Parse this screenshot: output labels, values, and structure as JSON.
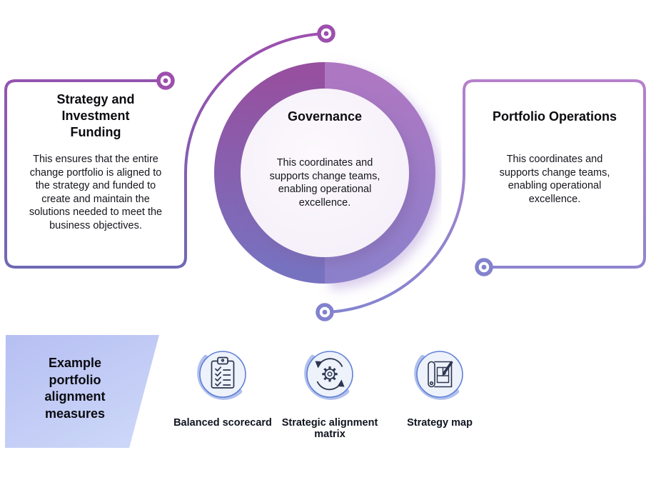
{
  "boxes": {
    "left": {
      "title": "Strategy and Investment Funding",
      "body": "This ensures that the entire change portfolio is aligned to the strategy and funded to create and maintain the solutions needed to meet the business objectives."
    },
    "center": {
      "title": "Governance",
      "body": "This coordinates and supports change teams, enabling operational excellence."
    },
    "right": {
      "title": "Portfolio Operations",
      "body": "This coordinates and supports change teams, enabling operational excellence."
    }
  },
  "banner": {
    "label": "Example portfolio alignment measures"
  },
  "measures": [
    {
      "label": "Balanced scorecard",
      "icon": "clipboard-checklist-icon"
    },
    {
      "label": "Strategic alignment matrix",
      "icon": "gear-sync-arrows-icon"
    },
    {
      "label": "Strategy map",
      "icon": "blueprint-pencil-icon"
    }
  ],
  "colors": {
    "accent_purple": "#9d4fae",
    "accent_slate": "#6f69b4",
    "accent_periwinkle": "#8282cf",
    "right_box_top": "#b680cb",
    "right_box_bottom": "#8585d0",
    "ring_left_top": "#96509f",
    "ring_left_bottom": "#7772c0",
    "ring_right_top": "#ae77c2",
    "ring_right_bottom": "#8d80cb",
    "ring_inner_fill": "#f8f2fa",
    "banner_fill_start": "#b6bff2",
    "banner_fill_end": "#cbd6f8",
    "icon_ring": "#5f80d7",
    "icon_crescent": "#b1c0ec",
    "icon_fill": "#eef2fb",
    "icon_glyph": "#2c3650",
    "text": "#15151d"
  }
}
